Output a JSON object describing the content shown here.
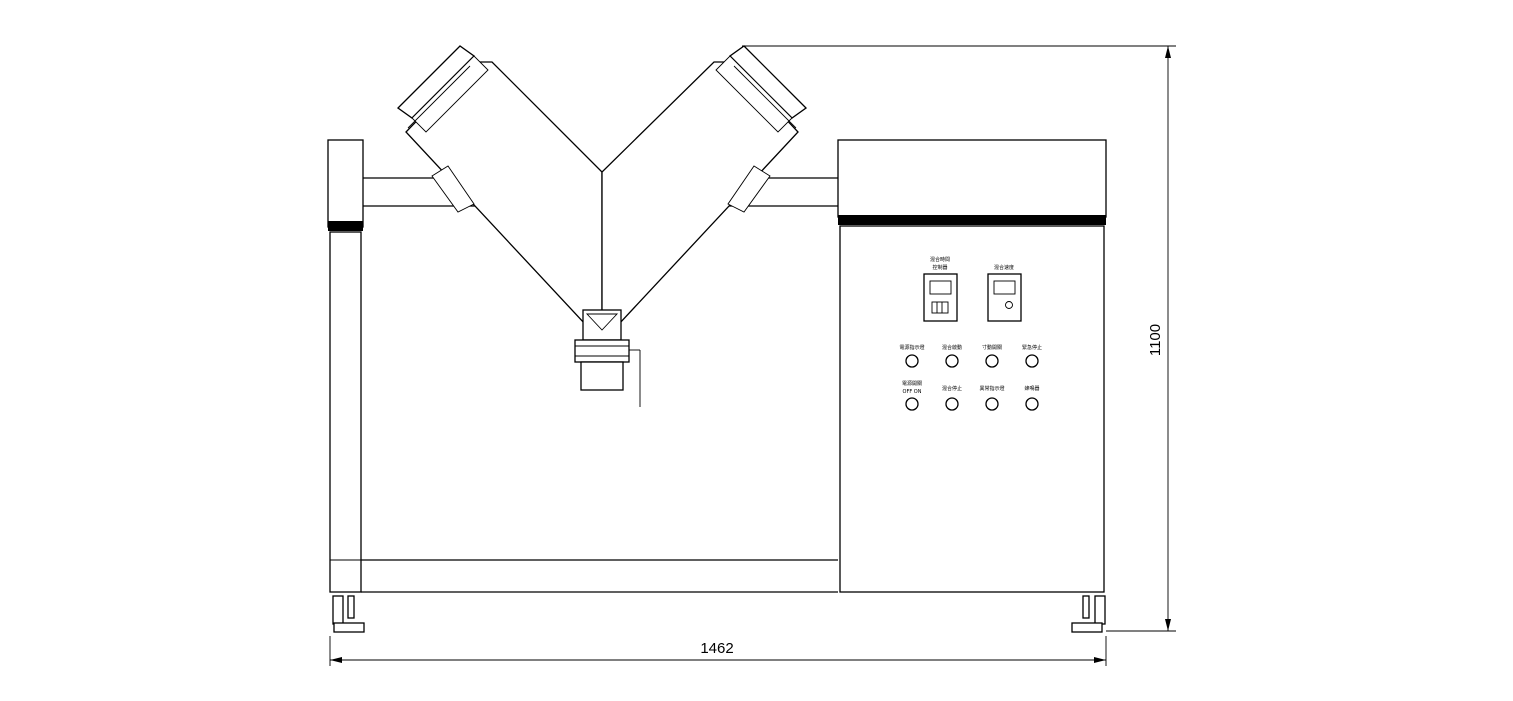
{
  "dimensions": {
    "width_label": "1462",
    "height_label": "1100"
  },
  "panel": {
    "timer_label_line1": "混合時間",
    "timer_label_line2": "控制器",
    "speed_label": "混合速度",
    "row1": [
      "電源指示燈",
      "混合啟動",
      "寸動開關",
      "緊急停止"
    ],
    "row2_power_line1": "電源開關",
    "row2_power_line2": "OFF  ON",
    "row2": [
      "混合停止",
      "異常指示燈",
      "蜂鳴器"
    ]
  }
}
